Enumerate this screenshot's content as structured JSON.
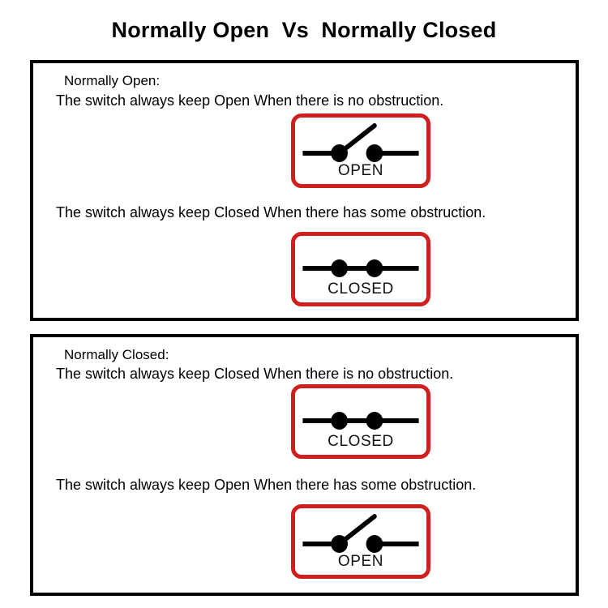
{
  "title": "Normally Open  Vs  Normally Closed",
  "colors": {
    "switch_box_border": "#CF2020",
    "panel_border": "#000000",
    "text": "#000000",
    "background": "#FFFFFF"
  },
  "panels": [
    {
      "id": "normally-open",
      "heading": "Normally Open:",
      "line1": "The switch always keep Open When there is no obstruction.",
      "line2": "The switch always keep Closed When there has some obstruction.",
      "state1_label": "OPEN",
      "state1_symbol": "switch-open-symbol",
      "state2_label": "CLOSED",
      "state2_symbol": "switch-closed-symbol"
    },
    {
      "id": "normally-closed",
      "heading": "Normally Closed:",
      "line1": "The switch always keep Closed When there is no obstruction.",
      "line2": "The switch always keep Open When there has some obstruction.",
      "state1_label": "CLOSED",
      "state1_symbol": "switch-closed-symbol",
      "state2_label": "OPEN",
      "state2_symbol": "switch-open-symbol"
    }
  ]
}
